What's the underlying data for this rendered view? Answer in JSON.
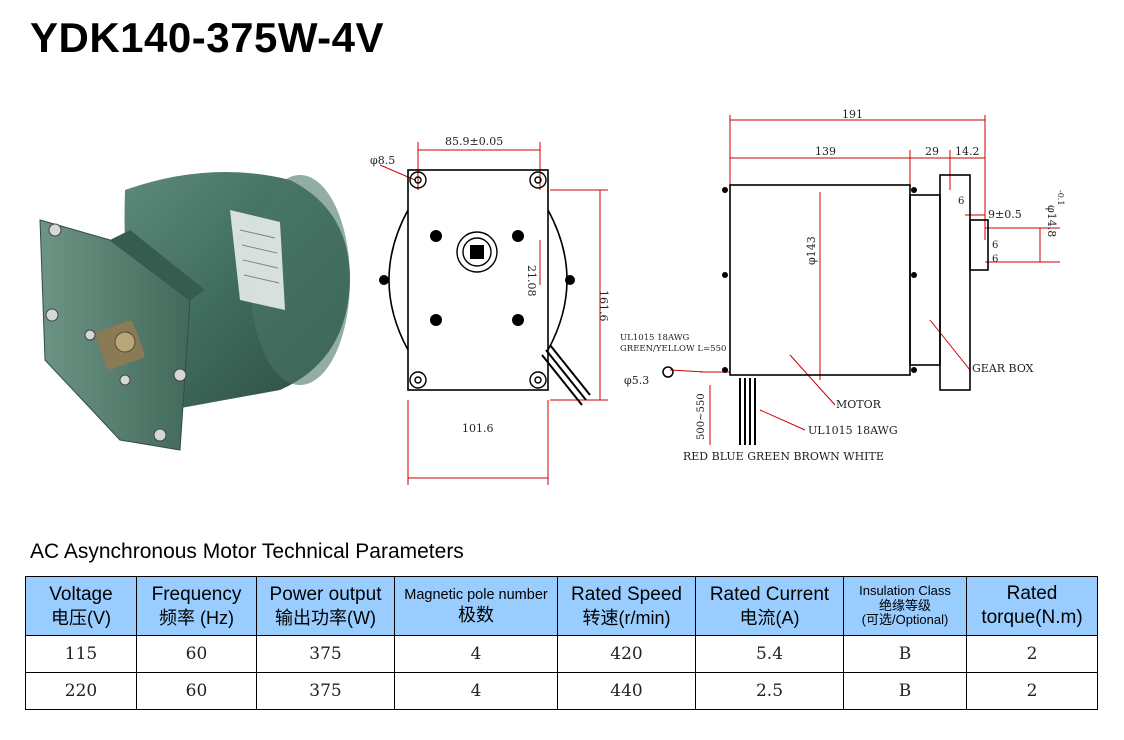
{
  "title": "YDK140-375W-4V",
  "drawing": {
    "front": {
      "dim_hole": "φ8.5",
      "dim_top": "85.9±0.05",
      "dim_bottom": "101.6",
      "dim_right": "161.6",
      "dim_shaft": "21.08"
    },
    "side": {
      "dim_total": "191",
      "dim_body": "139",
      "dim_29": "29",
      "dim_14_2": "14.2",
      "dim_9": "9±0.5",
      "dim_shaft_dia": "φ14.8",
      "dim_shaft_tol": "-0.1",
      "dim_body_dia": "φ143",
      "dim_6a": "6",
      "dim_6b": "6",
      "dim_6c": "6",
      "ground_wire_1": "UL1015 18AWG",
      "ground_wire_2": "GREEN/YELLOW L=550",
      "ground_hole": "φ5.3",
      "lead_length": "500~550",
      "label_motor": "MOTOR",
      "label_gearbox": "GEAR BOX",
      "lead_wire": "UL1015 18AWG",
      "wire_colors": "RED BLUE GREEN BROWN WHITE"
    }
  },
  "table": {
    "section_title": "AC Asynchronous Motor Technical Parameters",
    "headers": [
      {
        "en": "Voltage",
        "zh": "电压(V)"
      },
      {
        "en": "Frequency",
        "zh": "频率 (Hz)"
      },
      {
        "en": "Power output",
        "zh": "输出功率(W)"
      },
      {
        "en": "Magnetic pole number",
        "zh": "极数"
      },
      {
        "en": "Rated Speed",
        "zh": "转速(r/min)"
      },
      {
        "en": "Rated Current",
        "zh": "电流(A)"
      },
      {
        "en": "Insulation Class",
        "zh": "绝缘等级",
        "note": "(可选/Optional)"
      },
      {
        "en": "Rated",
        "zh": "torque(N.m)"
      }
    ],
    "rows": [
      [
        "115",
        "60",
        "375",
        "4",
        "420",
        "5.4",
        "B",
        "2"
      ],
      [
        "220",
        "60",
        "375",
        "4",
        "440",
        "2.5",
        "B",
        "2"
      ]
    ]
  },
  "colors": {
    "header_bg": "#99ccff",
    "motor_body": "#3f6b5c",
    "dimension_line": "#cc0000"
  }
}
